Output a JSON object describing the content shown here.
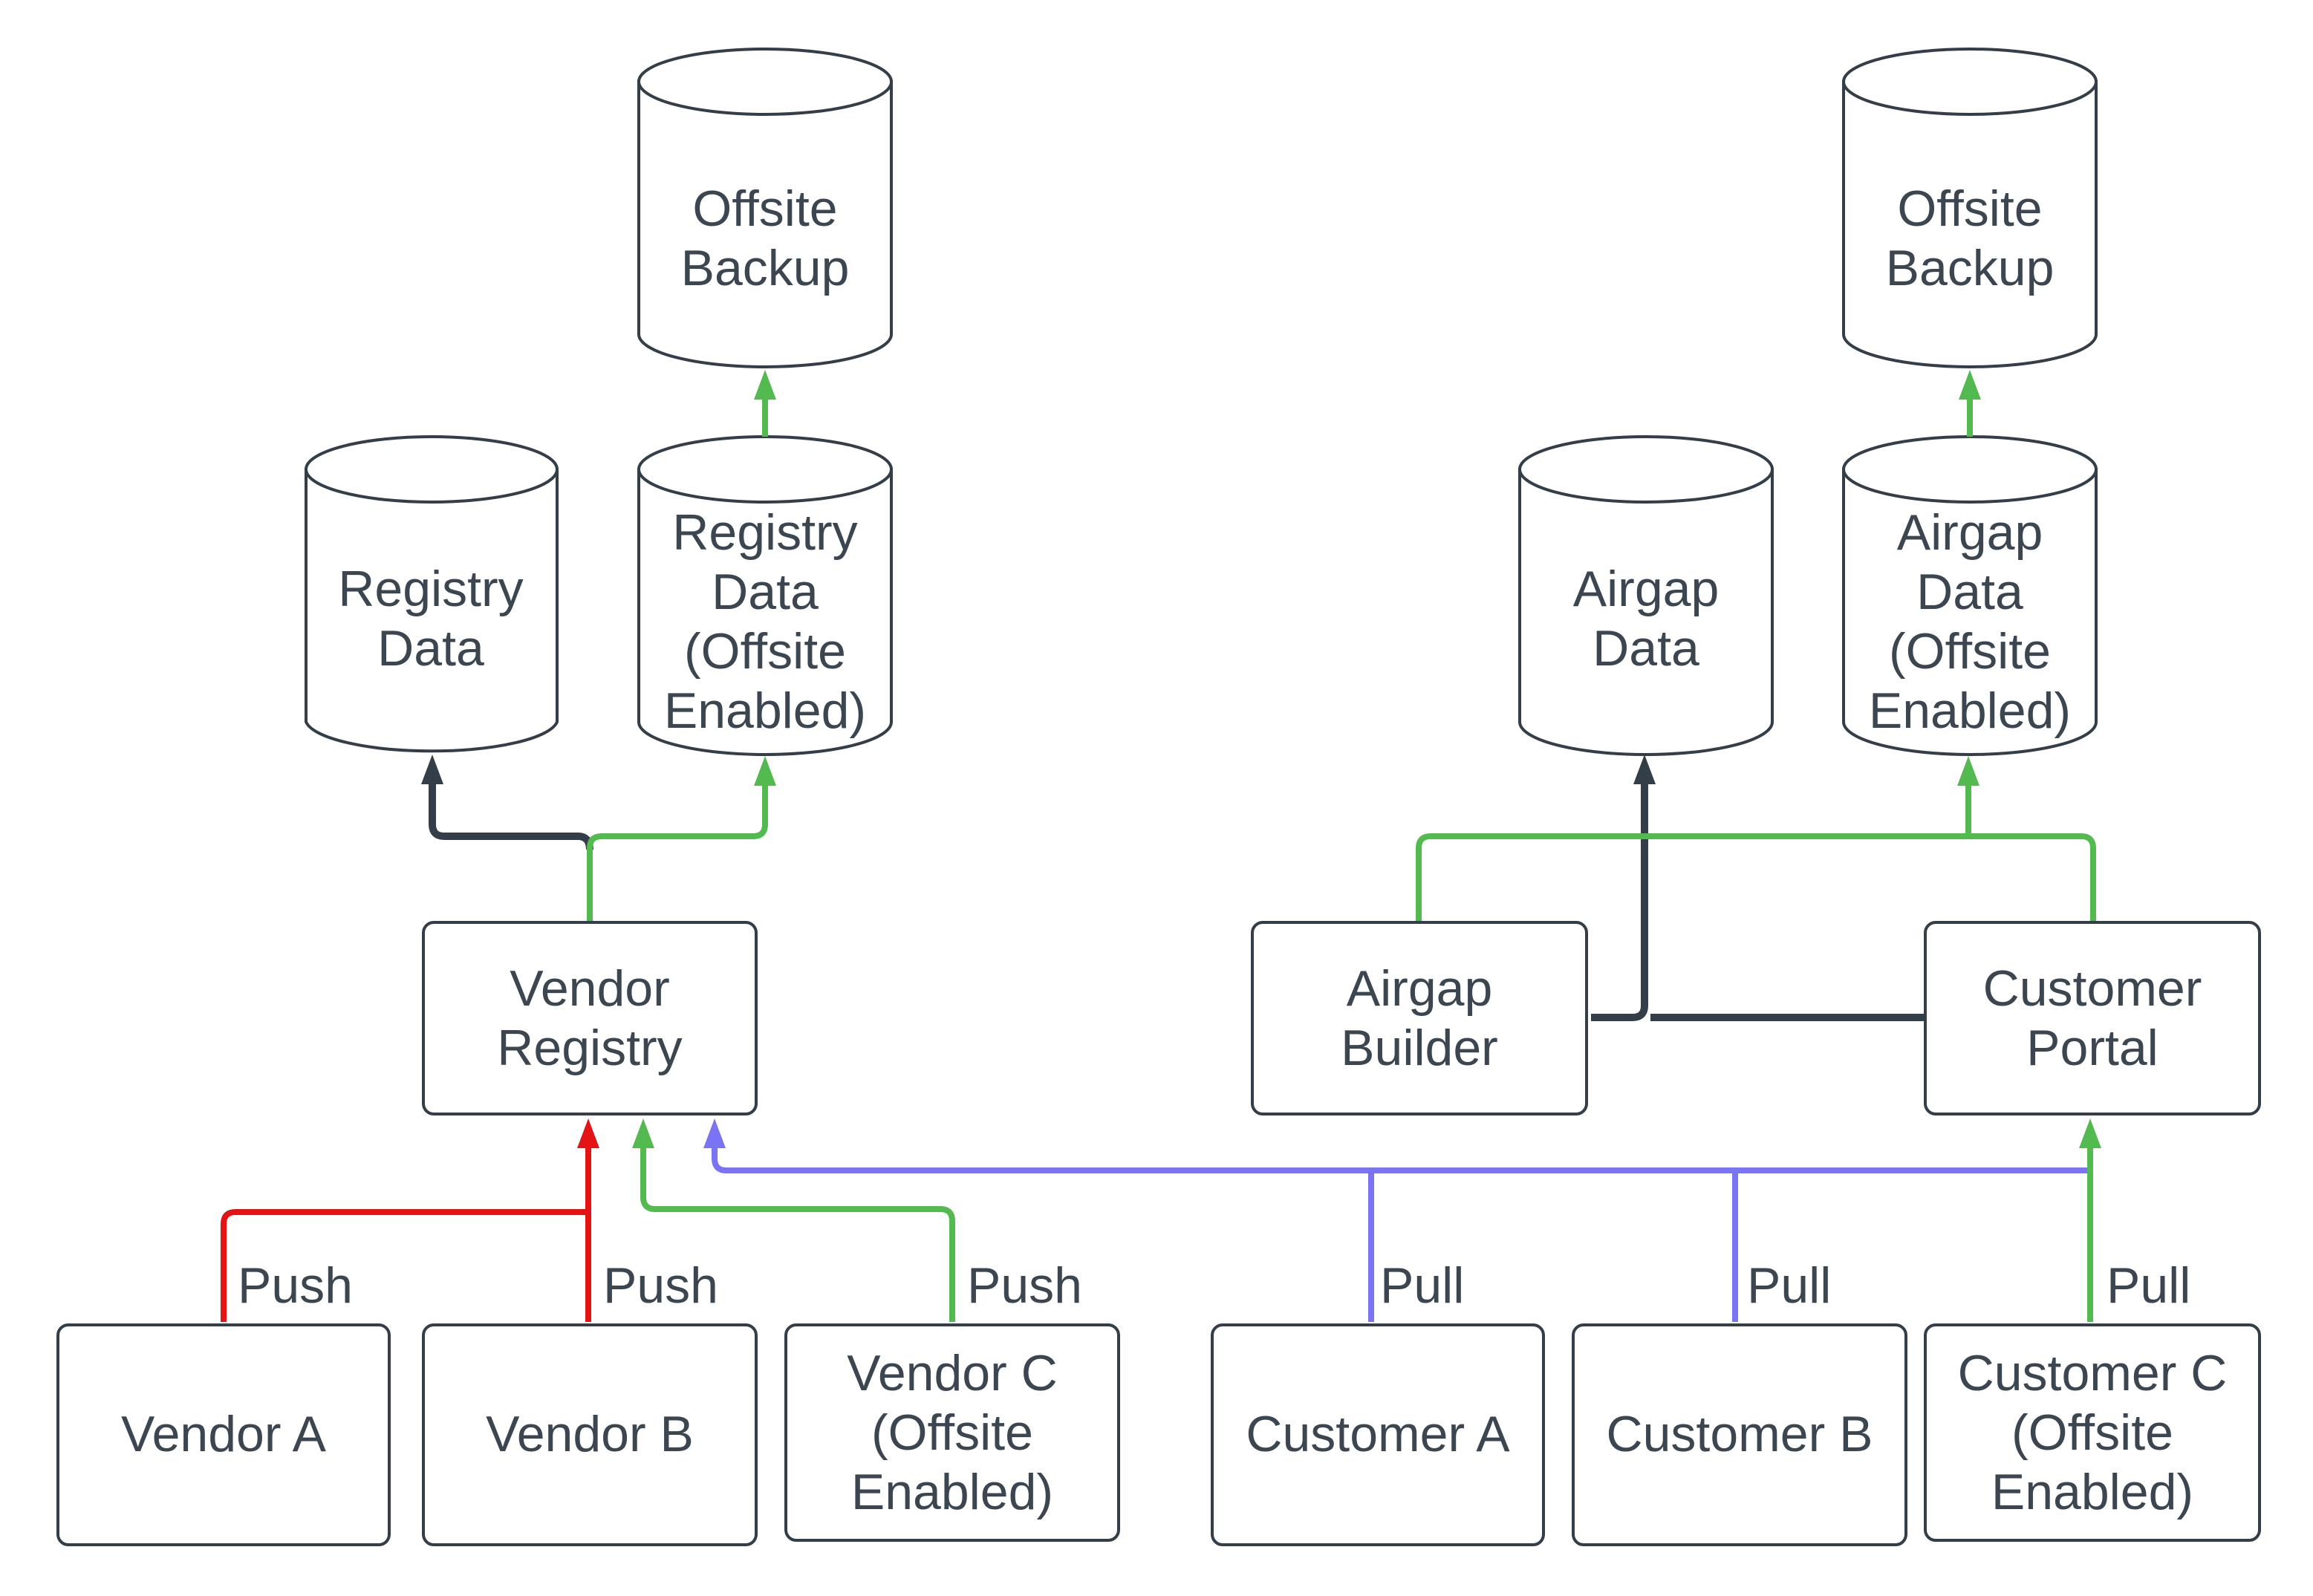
{
  "colors": {
    "bg": "#ffffff",
    "border": "#333e48",
    "text": "#3c4650",
    "dark": "#333e48",
    "green": "#52ba4e",
    "red": "#e41414",
    "blue": "#7a73f3"
  },
  "cylinders": [
    {
      "id": "offsite-backup-left",
      "label": "Offsite\nBackup"
    },
    {
      "id": "registry-data",
      "label": "Registry\nData"
    },
    {
      "id": "registry-data-offsite",
      "label": "Registry\nData\n(Offsite\nEnabled)"
    },
    {
      "id": "airgap-data",
      "label": "Airgap\nData"
    },
    {
      "id": "airgap-data-offsite",
      "label": "Airgap\nData\n(Offsite\nEnabled)"
    },
    {
      "id": "offsite-backup-right",
      "label": "Offsite\nBackup"
    }
  ],
  "processes": [
    {
      "id": "vendor-registry",
      "label": "Vendor\nRegistry"
    },
    {
      "id": "airgap-builder",
      "label": "Airgap\nBuilder"
    },
    {
      "id": "customer-portal",
      "label": "Customer\nPortal"
    }
  ],
  "endpoints": [
    {
      "id": "vendor-a",
      "label": "Vendor A",
      "action": "Push"
    },
    {
      "id": "vendor-b",
      "label": "Vendor B",
      "action": "Push"
    },
    {
      "id": "vendor-c",
      "label": "Vendor C\n(Offsite\nEnabled)",
      "action": "Push"
    },
    {
      "id": "customer-a",
      "label": "Customer A",
      "action": "Pull"
    },
    {
      "id": "customer-b",
      "label": "Customer B",
      "action": "Pull"
    },
    {
      "id": "customer-c",
      "label": "Customer C\n(Offsite\nEnabled)",
      "action": "Pull"
    }
  ],
  "edges": [
    {
      "from": "vendor-a",
      "to": "vendor-registry",
      "label": "Push",
      "color": "red"
    },
    {
      "from": "vendor-b",
      "to": "vendor-registry",
      "label": "Push",
      "color": "red"
    },
    {
      "from": "vendor-c",
      "to": "vendor-registry",
      "label": "Push",
      "color": "green"
    },
    {
      "from": "customer-a",
      "to": "vendor-registry",
      "label": "Pull",
      "color": "blue"
    },
    {
      "from": "customer-b",
      "to": "vendor-registry",
      "label": "Pull",
      "color": "blue"
    },
    {
      "from": "customer-c",
      "to": "customer-portal",
      "label": "Pull",
      "color": "green"
    },
    {
      "from": "vendor-registry",
      "to": "registry-data",
      "color": "dark"
    },
    {
      "from": "vendor-registry",
      "to": "registry-data-offsite",
      "color": "green"
    },
    {
      "from": "registry-data-offsite",
      "to": "offsite-backup-left",
      "color": "green"
    },
    {
      "from": "airgap-builder",
      "to": "airgap-data",
      "color": "dark"
    },
    {
      "from": "customer-portal",
      "to": "airgap-data",
      "color": "dark"
    },
    {
      "from": "customer-portal",
      "to": "airgap-builder",
      "color": "green"
    },
    {
      "from": "customer-portal",
      "to": "airgap-data-offsite",
      "color": "green"
    },
    {
      "from": "airgap-data-offsite",
      "to": "offsite-backup-right",
      "color": "green"
    }
  ]
}
